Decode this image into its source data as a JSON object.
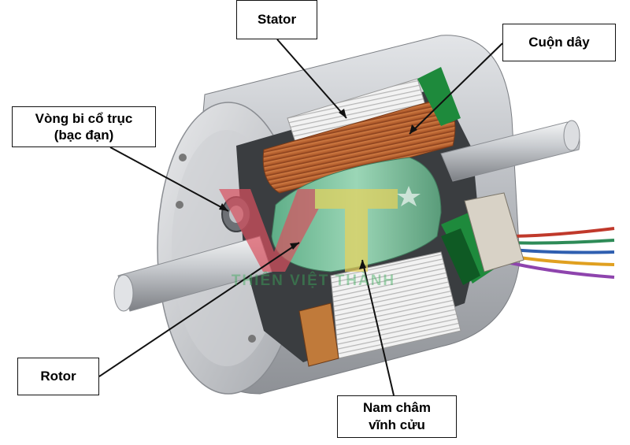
{
  "labels": {
    "stator": "Stator",
    "coil": "Cuộn dây",
    "bearing_line1": "Vòng bi cổ trục",
    "bearing_line2": "(bạc đạn)",
    "rotor": "Rotor",
    "magnet_line1": "Nam châm",
    "magnet_line2": "vĩnh cửu"
  },
  "watermark": {
    "logo_letters": "VT",
    "text": "THIÊN VIỆT THÀNH"
  },
  "colors": {
    "housing": "#b9bcc0",
    "copper": "#c8703a",
    "rotor_magnet": "#7fc4a0",
    "green_insulation": "#1e8a3c",
    "logo_red": "#d8505e",
    "logo_yellow": "#e8d25a"
  }
}
